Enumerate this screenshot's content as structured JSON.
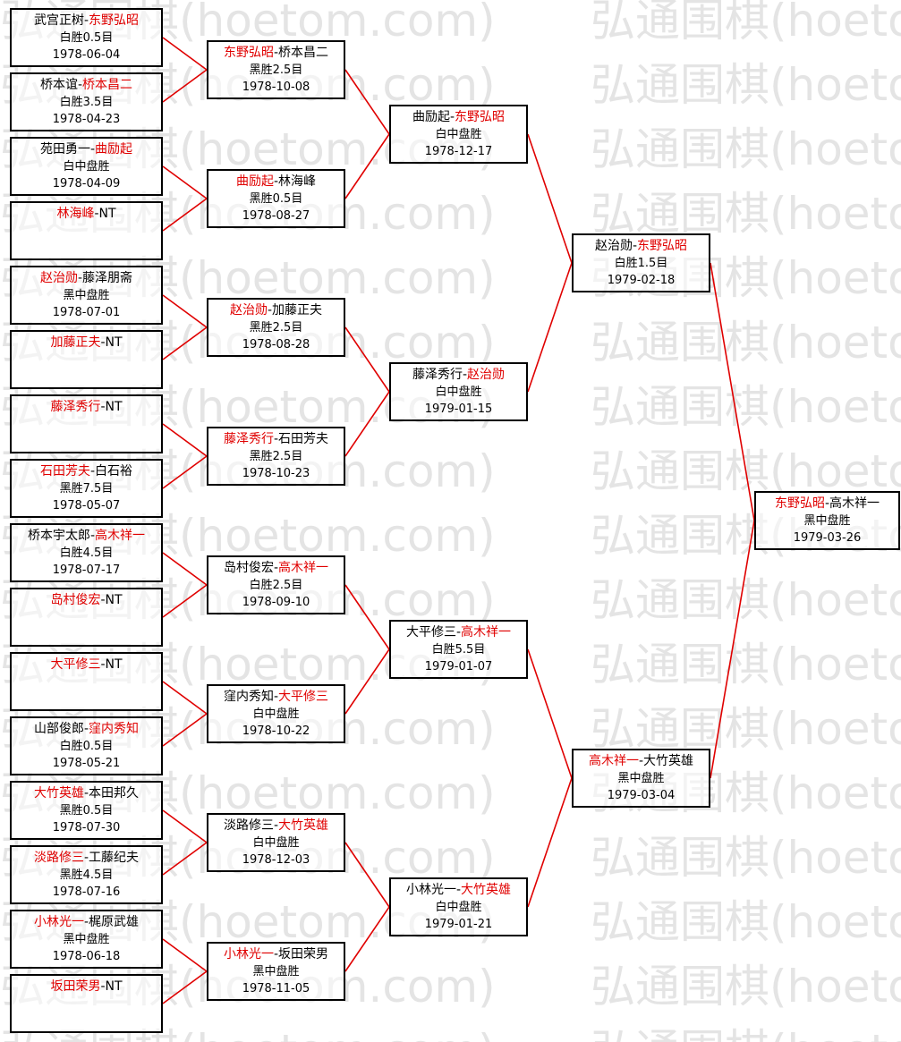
{
  "watermark": "弘通围棋(hoetom.com)",
  "colors": {
    "winner": "#e00000",
    "line": "#e00000",
    "border": "#000000",
    "watermark": "#cfcfcf"
  },
  "rounds": [
    [
      {
        "p1": "武宫正树",
        "p2": "东野弘昭",
        "winner": 2,
        "result": "白胜0.5目",
        "date": "1978-06-04"
      },
      {
        "p1": "桥本谊",
        "p2": "桥本昌二",
        "winner": 2,
        "result": "白胜3.5目",
        "date": "1978-04-23"
      },
      {
        "p1": "苑田勇一",
        "p2": "曲励起",
        "winner": 2,
        "result": "白中盘胜",
        "date": "1978-04-09"
      },
      {
        "p1": "林海峰",
        "p2": "NT",
        "winner": 1,
        "result": "",
        "date": ""
      },
      {
        "p1": "赵治勋",
        "p2": "藤泽朋斋",
        "winner": 1,
        "result": "黑中盘胜",
        "date": "1978-07-01"
      },
      {
        "p1": "加藤正夫",
        "p2": "NT",
        "winner": 1,
        "result": "",
        "date": ""
      },
      {
        "p1": "藤泽秀行",
        "p2": "NT",
        "winner": 1,
        "result": "",
        "date": ""
      },
      {
        "p1": "石田芳夫",
        "p2": "白石裕",
        "winner": 1,
        "result": "黑胜7.5目",
        "date": "1978-05-07"
      },
      {
        "p1": "桥本宇太郎",
        "p2": "高木祥一",
        "winner": 2,
        "result": "白胜4.5目",
        "date": "1978-07-17"
      },
      {
        "p1": "岛村俊宏",
        "p2": "NT",
        "winner": 1,
        "result": "",
        "date": ""
      },
      {
        "p1": "大平修三",
        "p2": "NT",
        "winner": 1,
        "result": "",
        "date": ""
      },
      {
        "p1": "山部俊郎",
        "p2": "窪内秀知",
        "winner": 2,
        "result": "白胜0.5目",
        "date": "1978-05-21"
      },
      {
        "p1": "大竹英雄",
        "p2": "本田邦久",
        "winner": 1,
        "result": "黑胜0.5目",
        "date": "1978-07-30"
      },
      {
        "p1": "淡路修三",
        "p2": "工藤纪夫",
        "winner": 1,
        "result": "黑胜4.5目",
        "date": "1978-07-16"
      },
      {
        "p1": "小林光一",
        "p2": "梶原武雄",
        "winner": 1,
        "result": "黑中盘胜",
        "date": "1978-06-18"
      },
      {
        "p1": "坂田荣男",
        "p2": "NT",
        "winner": 1,
        "result": "",
        "date": ""
      }
    ],
    [
      {
        "p1": "东野弘昭",
        "p2": "桥本昌二",
        "winner": 1,
        "result": "黑胜2.5目",
        "date": "1978-10-08"
      },
      {
        "p1": "曲励起",
        "p2": "林海峰",
        "winner": 1,
        "result": "黑胜0.5目",
        "date": "1978-08-27"
      },
      {
        "p1": "赵治勋",
        "p2": "加藤正夫",
        "winner": 1,
        "result": "黑胜2.5目",
        "date": "1978-08-28"
      },
      {
        "p1": "藤泽秀行",
        "p2": "石田芳夫",
        "winner": 1,
        "result": "黑胜2.5目",
        "date": "1978-10-23"
      },
      {
        "p1": "岛村俊宏",
        "p2": "高木祥一",
        "winner": 2,
        "result": "白胜2.5目",
        "date": "1978-09-10"
      },
      {
        "p1": "窪内秀知",
        "p2": "大平修三",
        "winner": 2,
        "result": "白中盘胜",
        "date": "1978-10-22"
      },
      {
        "p1": "淡路修三",
        "p2": "大竹英雄",
        "winner": 2,
        "result": "白中盘胜",
        "date": "1978-12-03"
      },
      {
        "p1": "小林光一",
        "p2": "坂田荣男",
        "winner": 1,
        "result": "黑中盘胜",
        "date": "1978-11-05"
      }
    ],
    [
      {
        "p1": "曲励起",
        "p2": "东野弘昭",
        "winner": 2,
        "result": "白中盘胜",
        "date": "1978-12-17"
      },
      {
        "p1": "藤泽秀行",
        "p2": "赵治勋",
        "winner": 2,
        "result": "白中盘胜",
        "date": "1979-01-15"
      },
      {
        "p1": "大平修三",
        "p2": "高木祥一",
        "winner": 2,
        "result": "白胜5.5目",
        "date": "1979-01-07"
      },
      {
        "p1": "小林光一",
        "p2": "大竹英雄",
        "winner": 2,
        "result": "白中盘胜",
        "date": "1979-01-21"
      }
    ],
    [
      {
        "p1": "赵治勋",
        "p2": "东野弘昭",
        "winner": 2,
        "result": "白胜1.5目",
        "date": "1979-02-18"
      },
      {
        "p1": "高木祥一",
        "p2": "大竹英雄",
        "winner": 1,
        "result": "黑中盘胜",
        "date": "1979-03-04"
      }
    ],
    [
      {
        "p1": "东野弘昭",
        "p2": "高木祥一",
        "winner": 1,
        "result": "黑中盘胜",
        "date": "1979-03-26"
      }
    ]
  ]
}
